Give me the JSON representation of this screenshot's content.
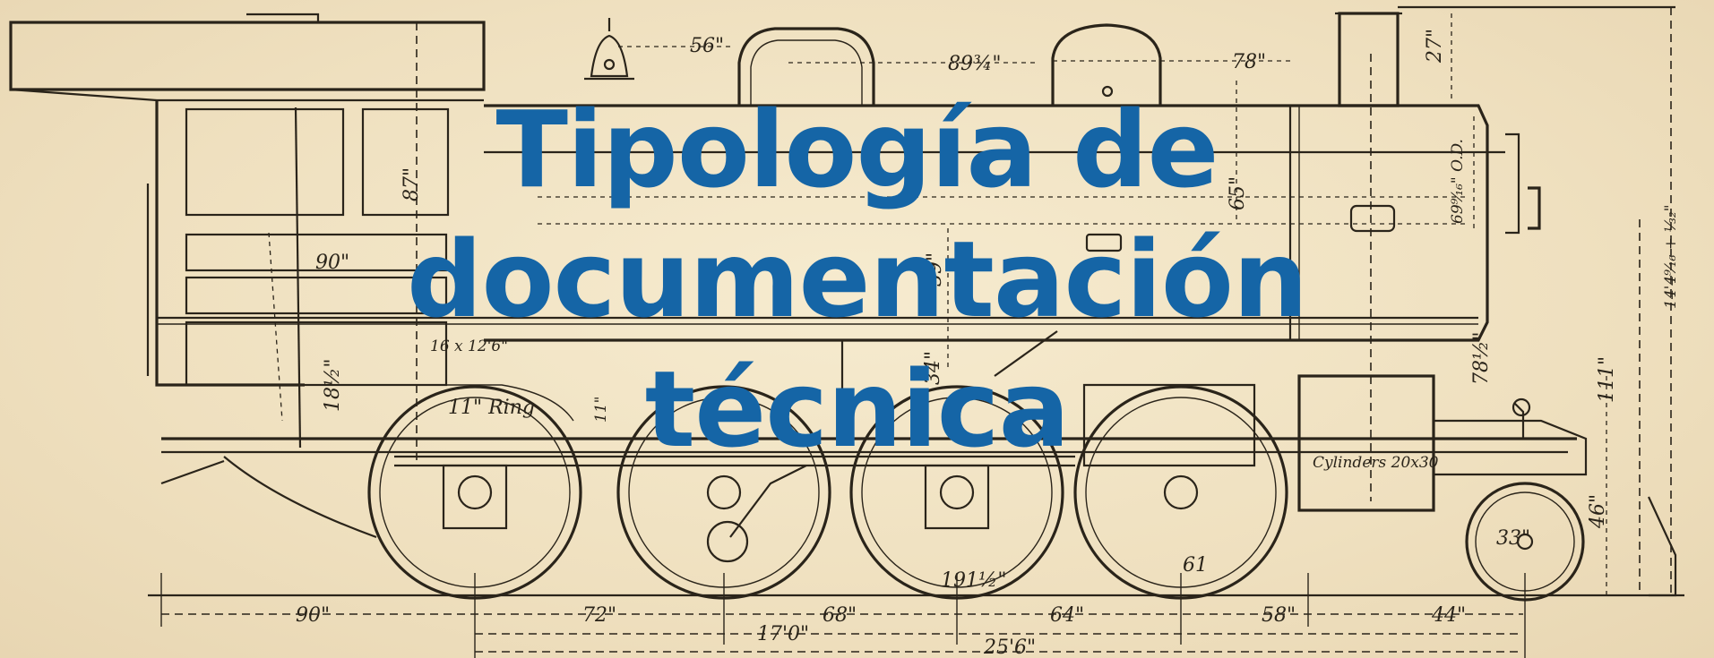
{
  "title": {
    "line1": "Tipología de",
    "line2": "documentación",
    "line3": "técnica"
  },
  "colors": {
    "title": "#1565a6",
    "paper": "#f2e5c8",
    "ink": "#2a241a"
  },
  "drawing": {
    "dimensions": {
      "d56": "56\"",
      "d89": "89¾\"",
      "d78": "78\"",
      "d27": "27\"",
      "d87": "87\"",
      "d90_cab": "90\"",
      "d16x126": "16 x 12'6\"",
      "d65": "65\"",
      "d69": "69⁹⁄₁₆\" O.D.",
      "d39": "39\"",
      "d34": "34\"",
      "d18": "18½\"",
      "d11": "11\"",
      "ring": "11\" Ring",
      "d78_5": "78½\"",
      "d111": "111\"",
      "d14": "14'4⁹⁄₁₆ + ¹⁄₃₂\"",
      "cylinders": "Cylinders 20x30",
      "d46": "46\"",
      "d33": "33\"",
      "d191": "191½\"",
      "d61": "61",
      "d90": "90\"",
      "d72": "72\"",
      "d170": "17'0\"",
      "d68": "68\"",
      "d64": "64\"",
      "d58": "58\"",
      "d44": "44\"",
      "d256": "25'6\""
    }
  }
}
